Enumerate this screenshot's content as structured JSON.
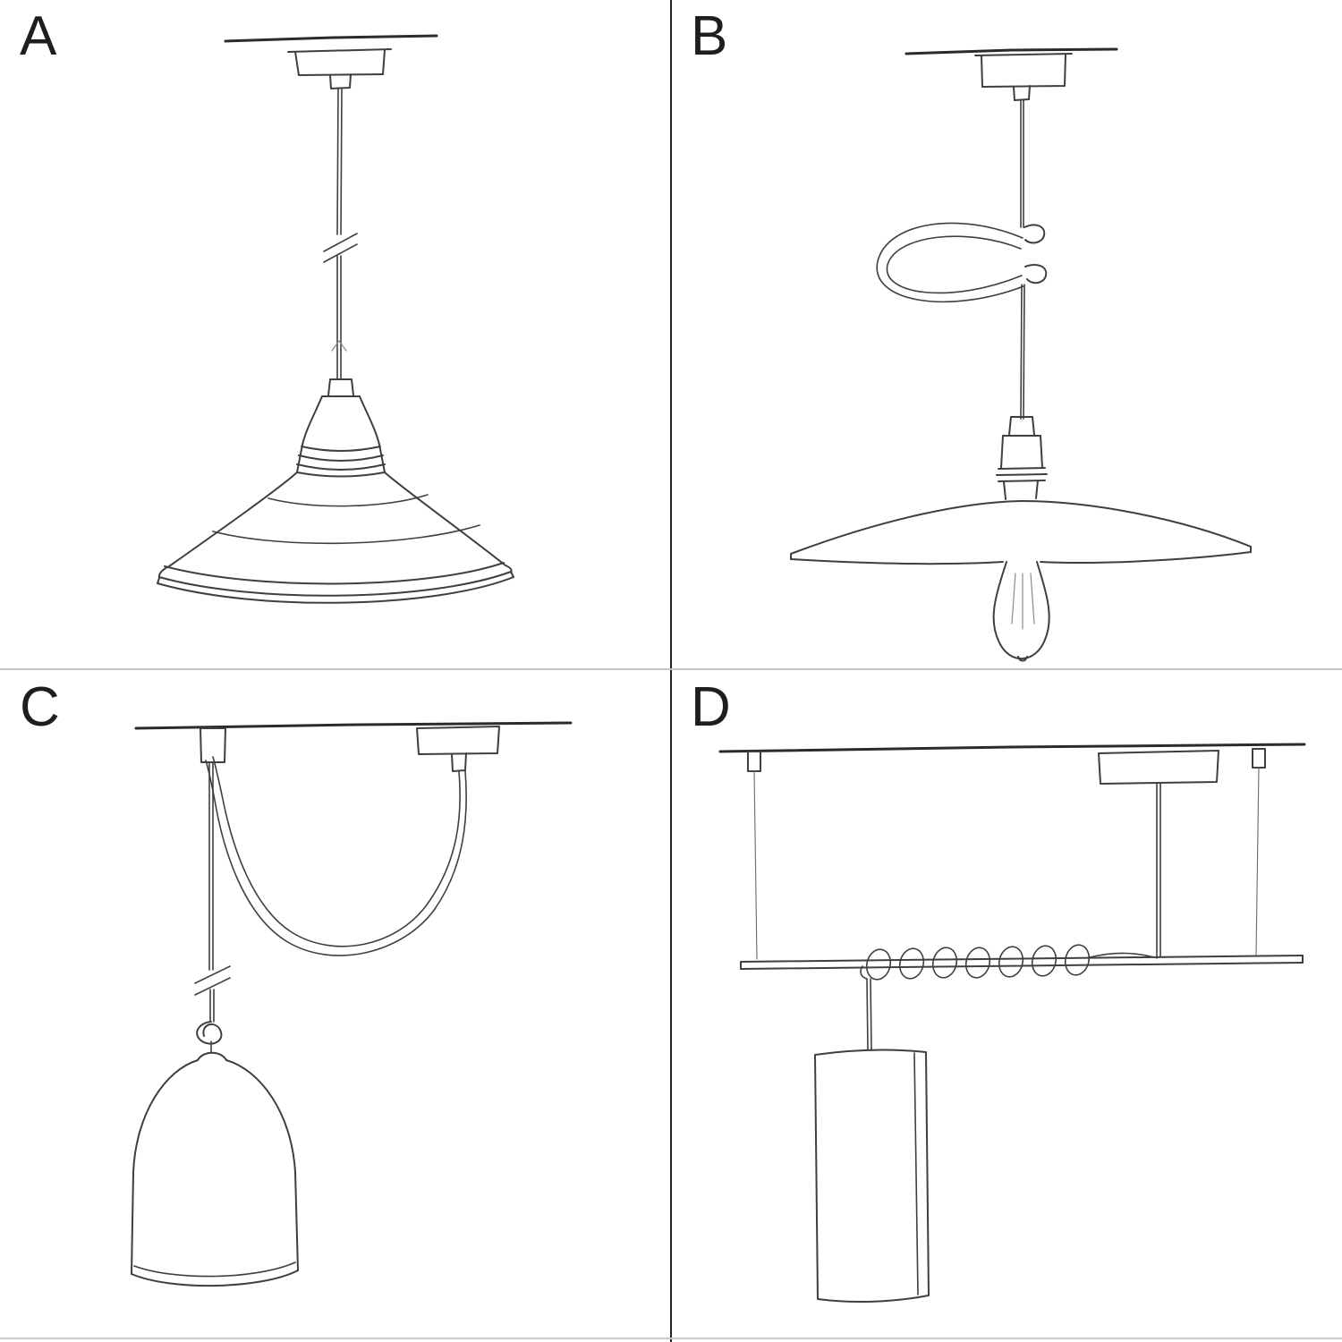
{
  "page": {
    "background": "#ffffff",
    "divider_vertical_color": "#222222",
    "divider_horizontal_color": "#c3c3c3",
    "sketch_line_color": "#3f3f3f",
    "label_color": "#1e1e1e"
  },
  "panels": [
    {
      "label": "A",
      "icon": "pendant-straight-drop-industrial-shade-sketch"
    },
    {
      "label": "B",
      "icon": "pendant-cable-clip-loop-flat-shade-bulb-sketch"
    },
    {
      "label": "C",
      "icon": "pendant-swag-hook-bell-shade-sketch"
    },
    {
      "label": "D",
      "icon": "pendant-bar-coiled-cable-tube-shade-sketch"
    }
  ]
}
